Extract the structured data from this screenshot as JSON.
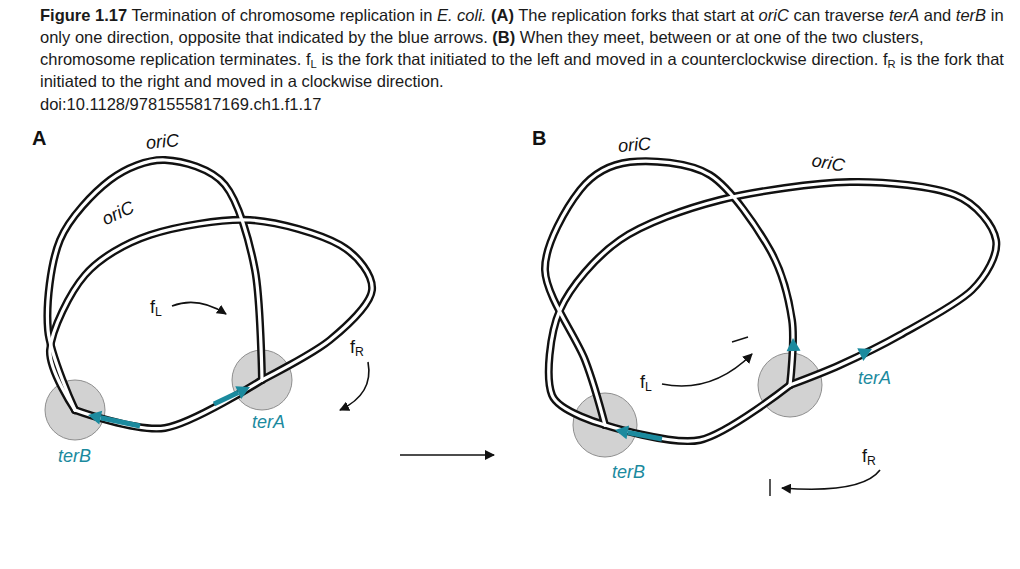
{
  "diagram": {
    "caption": "Figure 1.17 Termination of chromosome replication in E. coli. (A) The replication forks that start at oriC can traverse terA and terB in only one direction, opposite that indicated by the blue arrows. (B) When they meet, between or at one of the two clusters, chromosome replication terminates. fL is the fork that initiated to the left and moved in a counterclockwise direction. fR is the fork that initiated to the right and moved in a clockwise direction.",
    "labels": [
      "doi:10.1128/9781555817169.ch1.f1.17",
      "A",
      "oriC",
      "oriC",
      "fL",
      "fR",
      "terB",
      "terA",
      "B",
      "oriC",
      "oriC",
      "fL",
      "fR",
      "terB",
      "terA"
    ]
  }
}
